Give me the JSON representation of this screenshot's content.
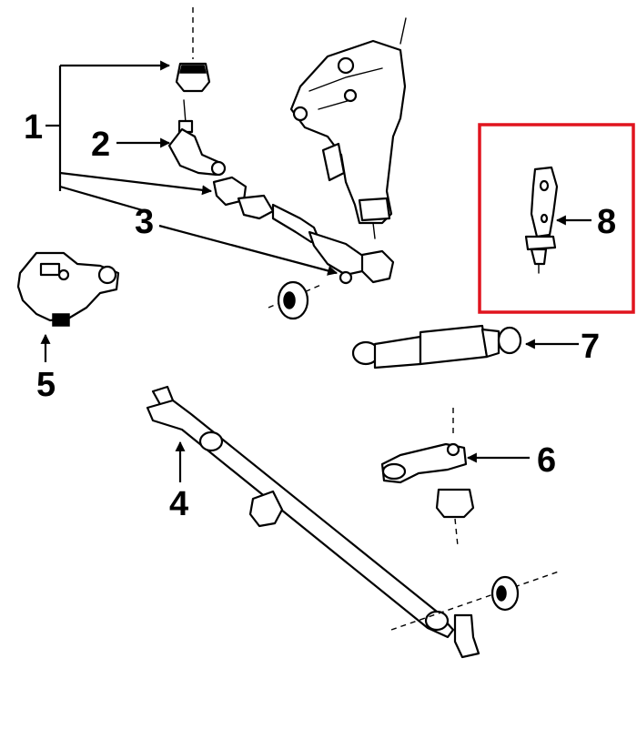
{
  "diagram": {
    "highlight_color": "#e0141e",
    "line_color": "#000000",
    "callouts": {
      "c1": "1",
      "c2": "2",
      "c3": "3",
      "c4": "4",
      "c5": "5",
      "c6": "6",
      "c7": "7",
      "c8": "8"
    },
    "icons": {
      "steering_gear": "steering-gear-box",
      "tie_rod": "tie-rod-assembly",
      "pitman_arm": "pitman-arm",
      "idler_arm": "idler-arm",
      "center_link": "center-link",
      "damper": "steering-damper",
      "bushing": "rubber-bushing"
    }
  }
}
